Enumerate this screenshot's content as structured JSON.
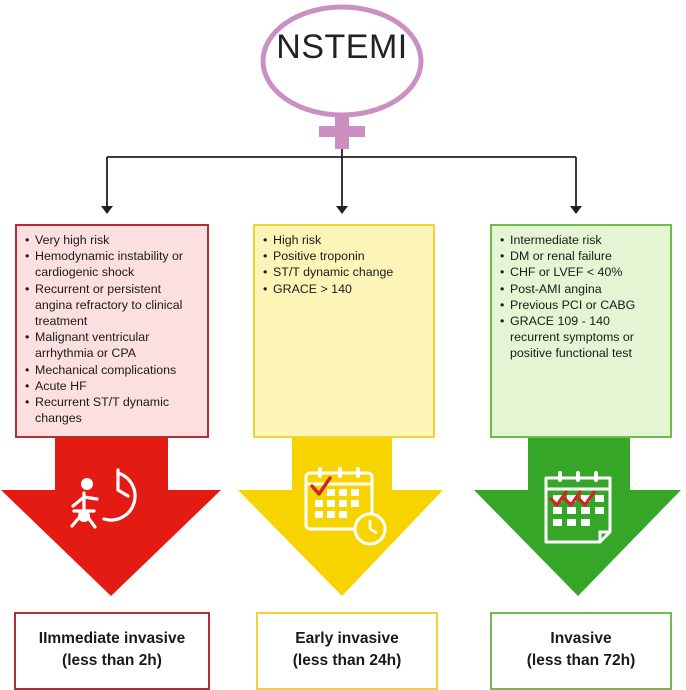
{
  "title": "NSTEMI",
  "icons": {
    "center_symbol": "female-symbol-icon",
    "left": "runner-clock-icon",
    "middle": "calendar-check-clock-icon",
    "right": "calendar-multiple-checks-icon"
  },
  "colors": {
    "symbol_outline": "#cc8fc2",
    "red": "#e31b13",
    "yellow": "#f7d400",
    "green": "#35a628",
    "red_box_fill": "#fbe0df",
    "yellow_box_fill": "#fdf5b7",
    "green_box_fill": "#e3f5d2",
    "check_red": "#d4212a"
  },
  "columns": [
    {
      "items": [
        "Very high risk",
        "Hemodynamic instability or cardiogenic shock",
        "Recurrent or persistent angina refractory to clinical treatment",
        "Malignant ventricular arrhythmia or CPA",
        "Mechanical complications",
        "Acute HF",
        "Recurrent ST/T dynamic changes"
      ],
      "result_line1": "IImmediate invasive",
      "result_line2": "(less than 2h)"
    },
    {
      "items": [
        "High risk",
        "Positive troponin",
        "ST/T dynamic change",
        "GRACE > 140"
      ],
      "result_line1": "Early invasive",
      "result_line2": "(less than 24h)"
    },
    {
      "items": [
        "Intermediate risk",
        "DM or renal failure",
        "CHF or LVEF < 40%",
        "Post-AMI angina",
        "Previous PCI or CABG",
        "GRACE 109 - 140 recurrent symptoms or positive functional test"
      ],
      "result_line1": "Invasive",
      "result_line2": "(less than 72h)"
    }
  ]
}
